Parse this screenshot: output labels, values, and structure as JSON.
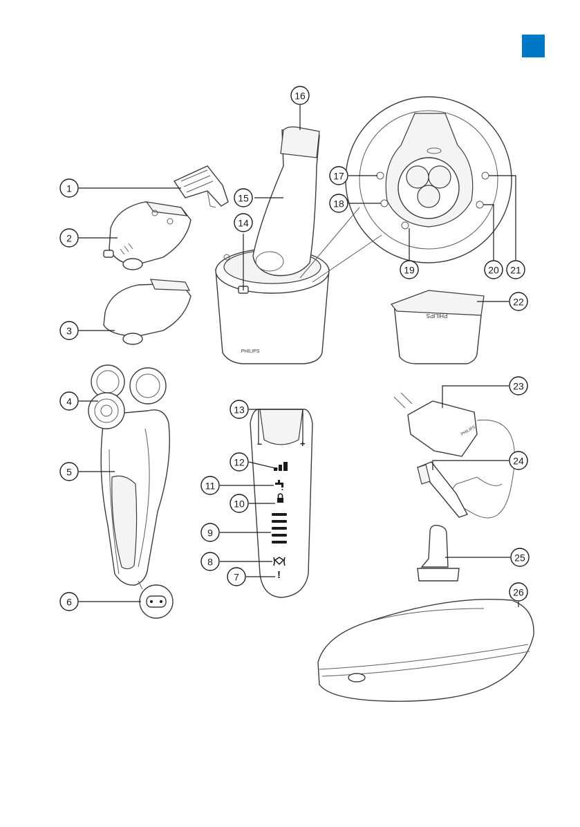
{
  "page": {
    "tab_color": "#0078c8"
  },
  "brand": {
    "stand_logo": "PHILIPS",
    "cartridge_logo": "PHILIPS",
    "charger_logo": "PHILIPS"
  },
  "control_panel": {
    "minus": "–",
    "plus": "+",
    "alert": "!"
  },
  "callouts": [
    "1",
    "2",
    "3",
    "4",
    "5",
    "6",
    "7",
    "8",
    "9",
    "10",
    "11",
    "12",
    "13",
    "14",
    "15",
    "16",
    "17",
    "18",
    "19",
    "20",
    "21",
    "22",
    "23",
    "24",
    "25",
    "26"
  ]
}
